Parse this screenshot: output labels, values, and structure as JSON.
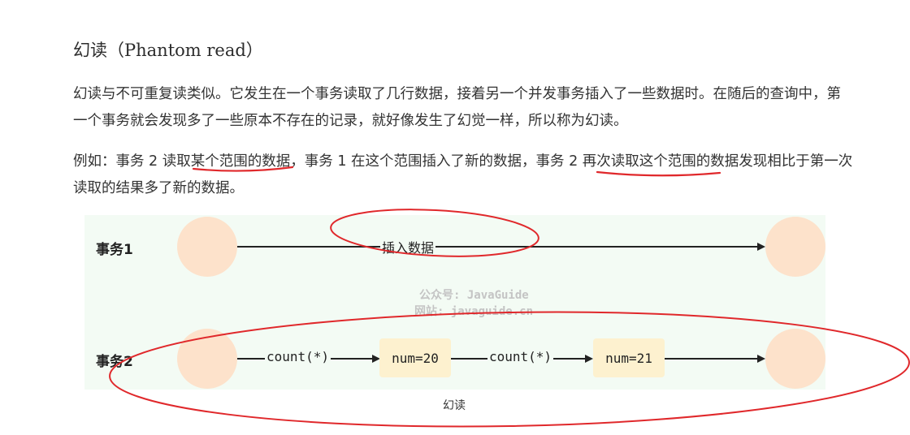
{
  "heading": "幻读（Phantom read）",
  "paragraph1": "幻读与不可重复读类似。它发生在一个事务读取了几行数据，接着另一个并发事务插入了一些数据时。在随后的查询中，第一个事务就会发现多了一些原本不存在的记录，就好像发生了幻觉一样，所以称为幻读。",
  "paragraph2": {
    "prefix": "例如：事务 2 读",
    "underline1": "取某个范围的",
    "middle": "数据，事务 1 在这个范围插入了新的数据，",
    "underline2": "事务 2 再次读取",
    "suffix": "这个范围的数据发现相比于第一次读取的结果多了新的数据。"
  },
  "diagram": {
    "row1_label": "事务1",
    "row1_edge": "插入数据",
    "row2_label": "事务2",
    "row2_edge1": "count(*)",
    "row2_box1": "num=20",
    "row2_edge2": "count(*)",
    "row2_box2": "num=21",
    "watermark1": "公众号: JavaGuide",
    "watermark2": "网站: javaguide.cn",
    "caption": "幻读"
  },
  "colors": {
    "annotation_red": "#e0282b",
    "diagram_bg": "#f3fbf4",
    "circle_fill": "#fde2cb",
    "box_fill": "#fdf1cf"
  }
}
